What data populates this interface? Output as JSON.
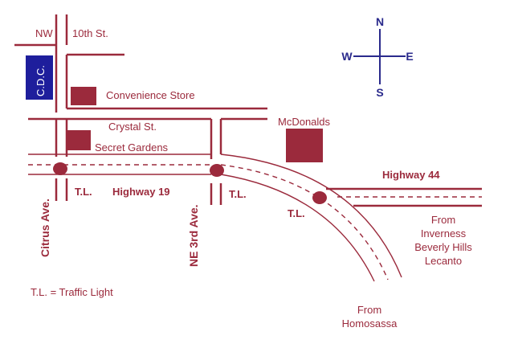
{
  "map": {
    "streets": {
      "nw": "NW",
      "tenth": "10th St.",
      "crystal": "Crystal St.",
      "hwy19": "Highway 19",
      "hwy44": "Highway 44",
      "citrus": "Citrus Ave.",
      "ne3rd": "NE 3rd Ave."
    },
    "places": {
      "cdc": "C.D.C.",
      "convenience": "Convenience Store",
      "secret": "Secret Gardens",
      "mcdonalds": "McDonalds"
    },
    "traffic_light_abbr": "T.L.",
    "legend": "T.L. = Traffic Light",
    "from_east": {
      "from": "From",
      "line1": "Inverness",
      "line2": "Beverly Hills",
      "line3": "Lecanto"
    },
    "from_south": {
      "from": "From",
      "line1": "Homosassa"
    },
    "compass": {
      "n": "N",
      "s": "S",
      "e": "E",
      "w": "W"
    },
    "colors": {
      "road": "#9b2a3c",
      "building": "#9b2a3c",
      "cdc_box": "#1e1e9c",
      "compass": "#2a2a8c"
    }
  }
}
